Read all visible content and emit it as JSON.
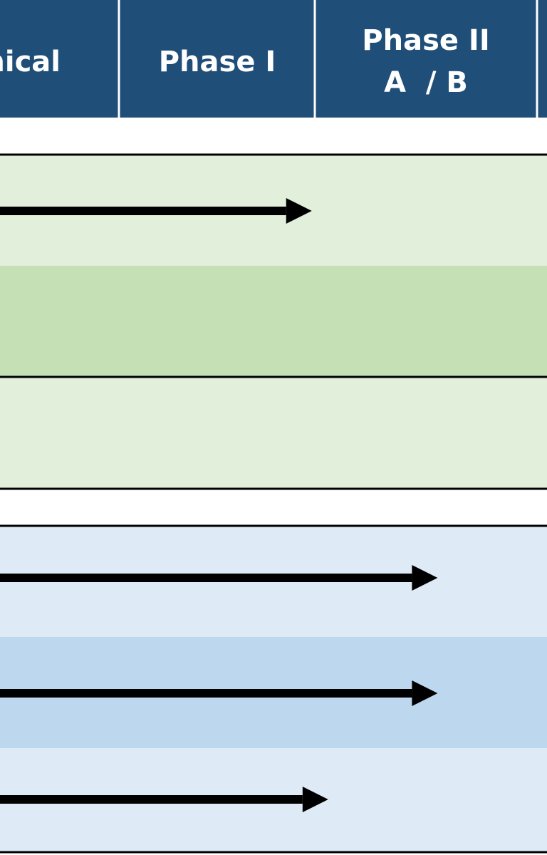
{
  "colors": {
    "header_bg": "#1f4e79",
    "header_divider": "#ffffff",
    "green_light": "#e2efda",
    "green_dark": "#c5e0b4",
    "blue_light": "#deeaf6",
    "blue_dark": "#bdd7ee",
    "border": "#000000",
    "arrow": "#000000"
  },
  "header": {
    "columns": [
      {
        "label": "nical"
      },
      {
        "label": "Phase I"
      },
      {
        "label": "Phase II",
        "label2": "A  / B"
      },
      {
        "label": ""
      }
    ]
  },
  "groups": [
    {
      "name": "green-group",
      "rows": [
        {
          "shade": "light",
          "progress_fraction": 0.57
        },
        {
          "shade": "dark",
          "progress_fraction": null
        },
        {
          "shade": "light",
          "progress_fraction": null
        }
      ]
    },
    {
      "name": "blue-group",
      "rows": [
        {
          "shade": "light",
          "progress_fraction": 0.8
        },
        {
          "shade": "dark",
          "progress_fraction": 0.8
        },
        {
          "shade": "light",
          "progress_fraction": 0.6
        }
      ]
    }
  ]
}
